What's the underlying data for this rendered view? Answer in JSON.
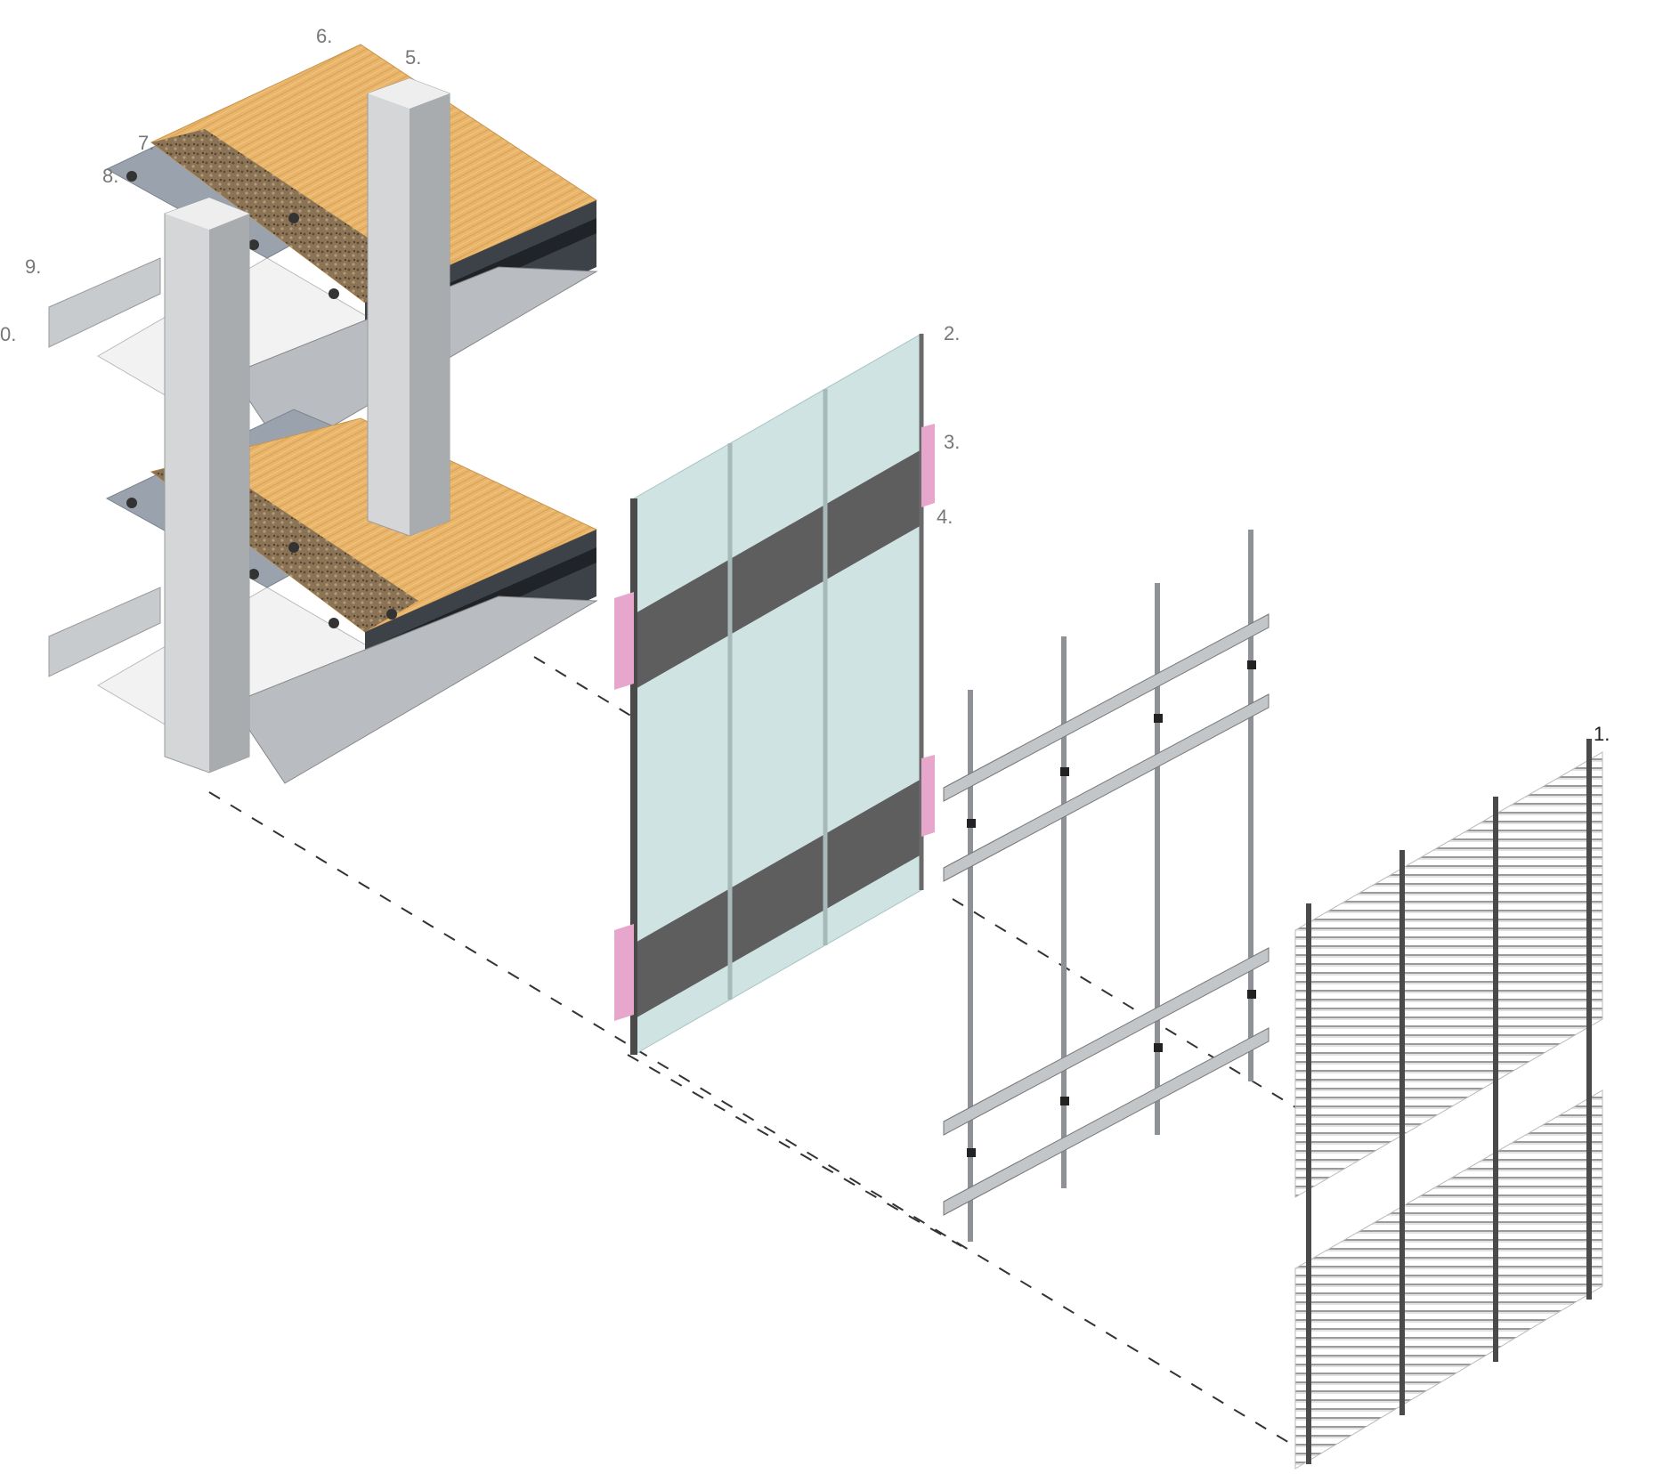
{
  "diagram": {
    "callouts": [
      "1.",
      "2.",
      "3.",
      "4.",
      "5.",
      "6.",
      "7.",
      "8.",
      "9.",
      "0."
    ],
    "colors": {
      "timber_floor": "#e8b56a",
      "gravel_layer": "#8b7355",
      "raised_floor_panel": "#9aa3ad",
      "steel": "#c9cbcd",
      "steel_dark": "#555a60",
      "glazing": "#cfe3e3",
      "spandrel_panel": "#5e5e5e",
      "insulation": "#e7a6cc",
      "mullion": "#4a4a4a",
      "louvre": "#dcdcdc"
    }
  }
}
